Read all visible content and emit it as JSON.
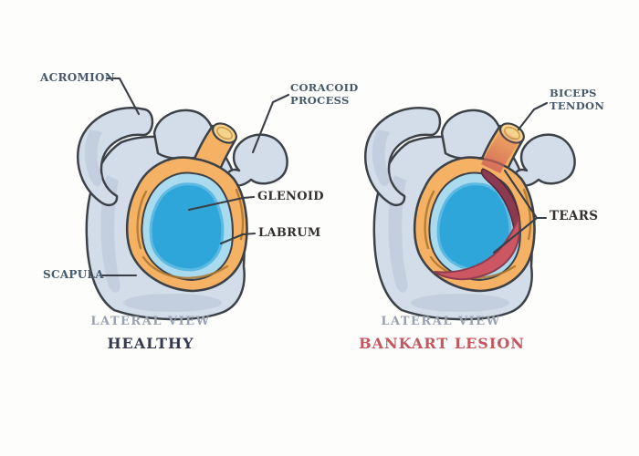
{
  "title": "Shoulder labrum lateral view comparison: healthy vs Bankart lesion",
  "colors": {
    "bg": "#fdfdfc",
    "bone": "#d3dde9",
    "bone_shade": "#b9c7d8",
    "outline": "#3d4248",
    "labrum": "#f5b264",
    "labrum_dark": "#a9752e",
    "rim": "#a9daee",
    "glenoid": "#2ea6da",
    "glenoid_edge": "#5cb9e2",
    "tendon_cap": "#f6d38c",
    "tendon_red": "#cf6256",
    "tear_red": "#cd5663",
    "tear_dark": "#8c3a50",
    "label_slate": "#46596b",
    "label_dark": "#33302e",
    "view_grey": "#98a1b1",
    "healthy_color": "#333a4d",
    "lesion_color": "#c5555e",
    "leader": "#3a3f45"
  },
  "left_panel": {
    "labels": {
      "acromion": "ACROMION",
      "coracoid_line1": "CORACOID",
      "coracoid_line2": "PROCESS",
      "glenoid": "GLENOID",
      "labrum": "LABRUM",
      "scapula": "SCAPULA"
    },
    "view_label": "LATERAL VIEW",
    "caption": "HEALTHY"
  },
  "right_panel": {
    "labels": {
      "biceps_line1": "BICEPS",
      "biceps_line2": "TENDON",
      "tears": "TEARS"
    },
    "view_label": "LATERAL VIEW",
    "caption": "BANKART LESION"
  }
}
